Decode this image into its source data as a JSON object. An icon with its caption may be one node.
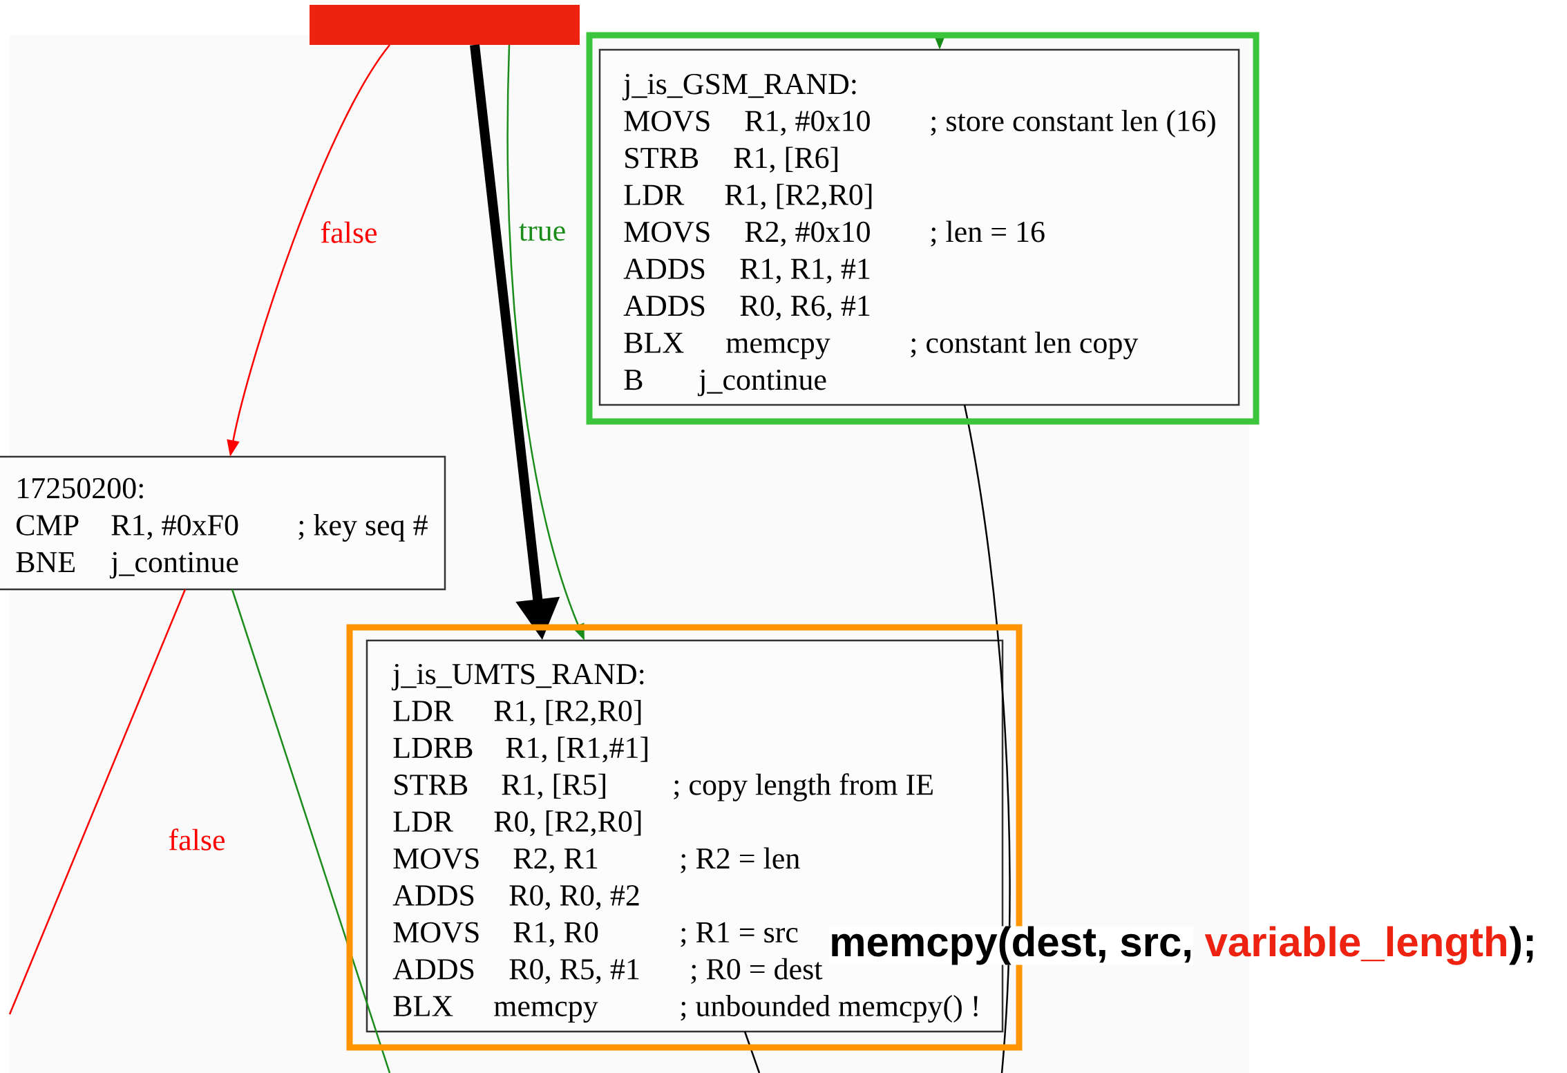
{
  "diagram": {
    "nodes": [
      {
        "text": [],
        "shape": "box"
      },
      {
        "text": [
          "j_is_GSM_RAND:",
          "MOVS",
          "R1, #0x10",
          "; store constant len (16)",
          "STRB",
          "R1, [R6]",
          "LDR",
          "R1, [R2,R0]",
          "MOVS",
          "R2, #0x10",
          "; len = 16",
          "ADDS",
          "R1, R1, #1",
          "ADDS",
          "R0, R6, #1",
          "BLX",
          "memcpy",
          "; constant len copy",
          "B",
          "j_continue"
        ]
      },
      {
        "text": [
          "17250200:",
          "CMP",
          "R1, #0xF0",
          "; key seq #",
          "BNE",
          "j_continue"
        ]
      },
      {
        "text": [
          "j_is_UMTS_RAND:",
          "LDR",
          "R1, [R2,R0]",
          "LDRB",
          "R1, [R1,#1]",
          "STRB",
          "R1, [R5]",
          "; copy length from IE",
          "LDR",
          "R0, [R2,R0]",
          "MOVS",
          "R2, R1",
          "; R2 = len",
          "ADDS",
          "R0, R0, #2",
          "MOVS",
          "R1, R0",
          "; R1 = src",
          "ADDS",
          "R0, R5, #1",
          "; R0 = dest",
          "BLX",
          "memcpy",
          "; unbounded memcpy() !"
        ]
      }
    ],
    "edges": [
      {
        "from": 0,
        "to": 2,
        "arrow": "to",
        "label": "false",
        "color": "#ff0000"
      },
      {
        "from": 0,
        "to": 3,
        "arrow": "to",
        "label": "true",
        "color": "#1a8c1a"
      },
      {
        "from": 0,
        "to": 3,
        "arrow": "to",
        "style": "thick",
        "color": "#000000"
      },
      {
        "from": null,
        "to": 1,
        "arrow": "to",
        "color": "#1a8c1a"
      },
      {
        "from": 1,
        "to": null,
        "arrow": "none",
        "color": "#000000"
      },
      {
        "from": 3,
        "to": null,
        "arrow": "none",
        "color": "#000000"
      },
      {
        "from": 2,
        "to": null,
        "arrow": "none",
        "label": "false",
        "color": "#ff0000"
      },
      {
        "from": 2,
        "to": null,
        "arrow": "none",
        "color": "#1a8c1a"
      }
    ],
    "labels": [
      "memcpy(dest, src,",
      "variable_length",
      ");"
    ]
  }
}
